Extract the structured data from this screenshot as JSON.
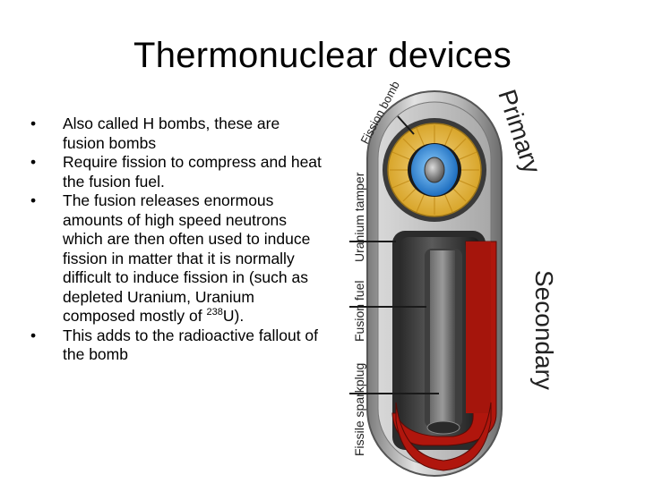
{
  "slide": {
    "title": "Thermonuclear devices",
    "bullets": [
      "Also called H bombs, these are fusion bombs",
      "Require fission to compress and heat the fusion fuel.",
      "The fusion releases enormous amounts of high speed neutrons which are then often used to induce fission in matter that it is normally difficult to induce fission in (such as depleted Uranium, Uranium composed mostly of",
      "This adds to the radioactive fallout of the bomb"
    ],
    "isotope_sup": "238",
    "isotope_tail": "U)."
  },
  "diagram": {
    "labels": {
      "primary": "Primary",
      "secondary": "Secondary",
      "fission_bomb": "Fission bomb",
      "uranium_tamper": "Uranium tamper",
      "fusion_fuel": "Fusion fuel",
      "fissile_sparkplug": "Fissile sparkplug"
    },
    "colors": {
      "casing": "#9a9a9a",
      "fuel_red": "#b0160d",
      "dark_core": "#1a1a1a",
      "primary_yellow": "#e8b83a",
      "primary_blue": "#2f8fd8"
    }
  }
}
